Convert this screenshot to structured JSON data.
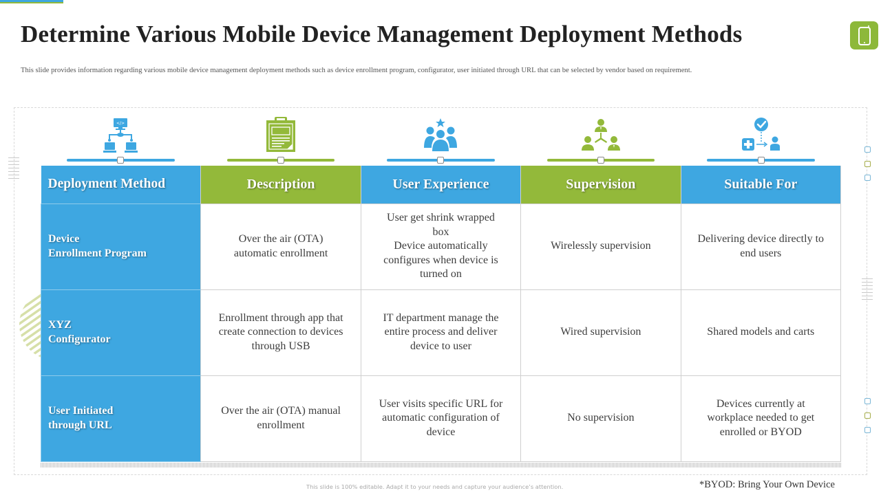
{
  "slide": {
    "title": "Determine Various Mobile Device Management Deployment Methods",
    "subtitle": "This slide provides information regarding various mobile device management deployment methods such as device enrollment program, configurator, user initiated through URL that can be selected by vendor based on requirement.",
    "footer_note": "This slide is 100% editable. Adapt it to your needs and capture your audience’s attention.",
    "byod_note": "*BYOD: Bring Your Own Device",
    "badge_icon": "mobile-phone-icon"
  },
  "colors": {
    "blue": "#3ea7e1",
    "green": "#93b93a",
    "badge_green": "#8db83a",
    "title": "#222222",
    "body_text": "#3d3d3d"
  },
  "column_icons": [
    {
      "name": "network-hierarchy-icon",
      "color": "#3ea7e1"
    },
    {
      "name": "clipboard-document-icon",
      "color": "#93b93a"
    },
    {
      "name": "user-group-star-icon",
      "color": "#3ea7e1"
    },
    {
      "name": "team-supervision-icon",
      "color": "#93b93a"
    },
    {
      "name": "checkmark-add-user-icon",
      "color": "#3ea7e1"
    }
  ],
  "table": {
    "headers": [
      "Deployment Method",
      "Description",
      "User Experience",
      "Supervision",
      "Suitable For"
    ],
    "rows": [
      {
        "method": "Device\nEnrollment Program",
        "description": "Over the air (OTA)\nautomatic enrollment",
        "user_experience": "User get shrink wrapped\nbox\nDevice automatically\nconfigures when device is\nturned on",
        "supervision": "Wirelessly supervision",
        "suitable_for": "Delivering device directly to\nend users"
      },
      {
        "method": "XYZ\nConfigurator",
        "description": "Enrollment through app that\ncreate connection to devices\nthrough USB",
        "user_experience": "IT department  manage  the\nentire process and deliver\ndevice to user",
        "supervision": "Wired  supervision",
        "suitable_for": "Shared  models and carts"
      },
      {
        "method": "User Initiated\nthrough URL",
        "description": "Over the air (OTA) manual\nenrollment",
        "user_experience": "User visits specific URL for\nautomatic configuration  of\ndevice",
        "supervision": "No supervision",
        "suitable_for": "Devices currently at\nworkplace needed  to get\nenrolled or BYOD"
      }
    ]
  }
}
